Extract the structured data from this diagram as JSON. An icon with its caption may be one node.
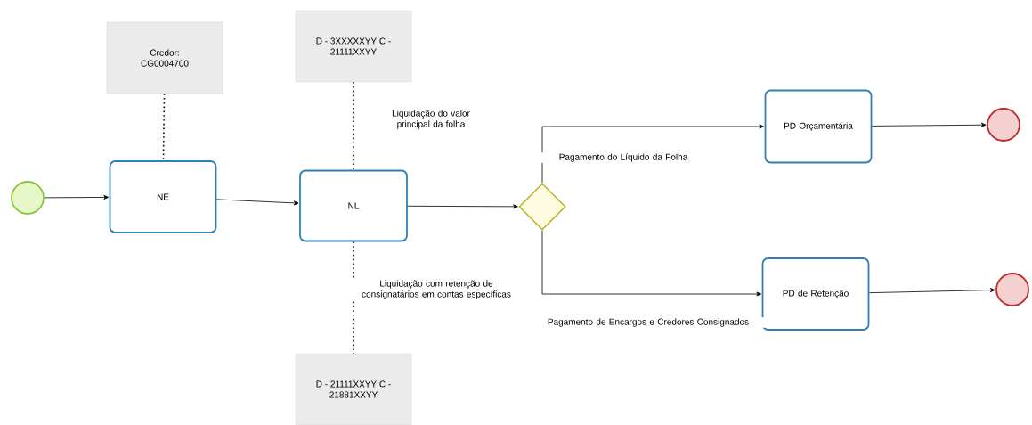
{
  "diagram": {
    "nodes": [
      {
        "text": [],
        "shape": "circle"
      },
      {
        "text": [
          "Credor: CG0004700"
        ]
      },
      {
        "text": [
          "NE"
        ]
      },
      {
        "text": [
          "D - 3XXXXXYY C - 21111XXYY"
        ]
      },
      {
        "text": [
          "NL"
        ]
      },
      {
        "text": [],
        "shape": "diamond"
      },
      {
        "text": [
          "PD Orçamentária"
        ]
      },
      {
        "text": [
          "PD de Retenção"
        ]
      },
      {
        "text": [],
        "shape": "circle"
      },
      {
        "text": [],
        "shape": "circle"
      },
      {
        "text": [
          "D - 21111XXYY C - 21881XXYY"
        ]
      }
    ],
    "edges": [
      {
        "from": 0,
        "to": 2,
        "arrow": "to"
      },
      {
        "from": 2,
        "to": 4,
        "arrow": "to"
      },
      {
        "from": 4,
        "to": 5,
        "arrow": "to"
      },
      {
        "from": 5,
        "to": 6,
        "arrow": "to",
        "label": "Pagamento do Líquido da Folha"
      },
      {
        "from": 5,
        "to": 7,
        "arrow": "to",
        "label": "Pagamento de Encargos e Credores Consignados"
      },
      {
        "from": 6,
        "to": 8,
        "arrow": "to"
      },
      {
        "from": 7,
        "to": 9,
        "arrow": "to"
      },
      {
        "from": 1,
        "to": 2,
        "arrow": "none",
        "style": "dashed"
      },
      {
        "from": 3,
        "to": 4,
        "arrow": "none",
        "style": "dashed",
        "label": "Liquidação do valor principal da folha"
      },
      {
        "from": 4,
        "to": 10,
        "arrow": "none",
        "style": "dashed",
        "label": "Liquidação com retenção de consignatários em contas específicas"
      }
    ]
  }
}
